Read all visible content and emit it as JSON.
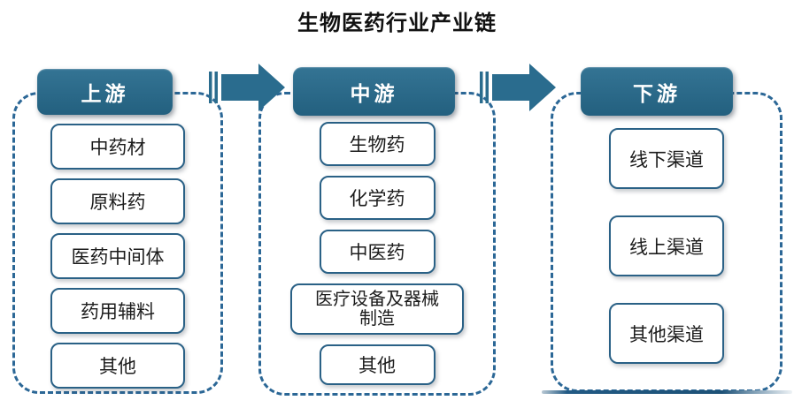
{
  "title": "生物医药行业产业链",
  "palette": {
    "header_fill": "#347494",
    "header_fill_dark": "#23607f",
    "arrow_fill": "#2a6c8e",
    "box_border": "#2a6186",
    "frame_border": "#2b6796",
    "box_text": "#1c1c1c",
    "header_text": "#ffffff",
    "title_text": "#111111",
    "background": "#ffffff"
  },
  "columns": [
    {
      "header": "上游",
      "items": [
        "中药材",
        "原料药",
        "医药中间体",
        "药用辅料",
        "其他"
      ]
    },
    {
      "header": "中游",
      "items": [
        "生物药",
        "化学药",
        "中医药",
        "医疗设备及器械制造",
        "其他"
      ]
    },
    {
      "header": "下游",
      "items": [
        "线下渠道",
        "线上渠道",
        "其他渠道"
      ]
    }
  ]
}
